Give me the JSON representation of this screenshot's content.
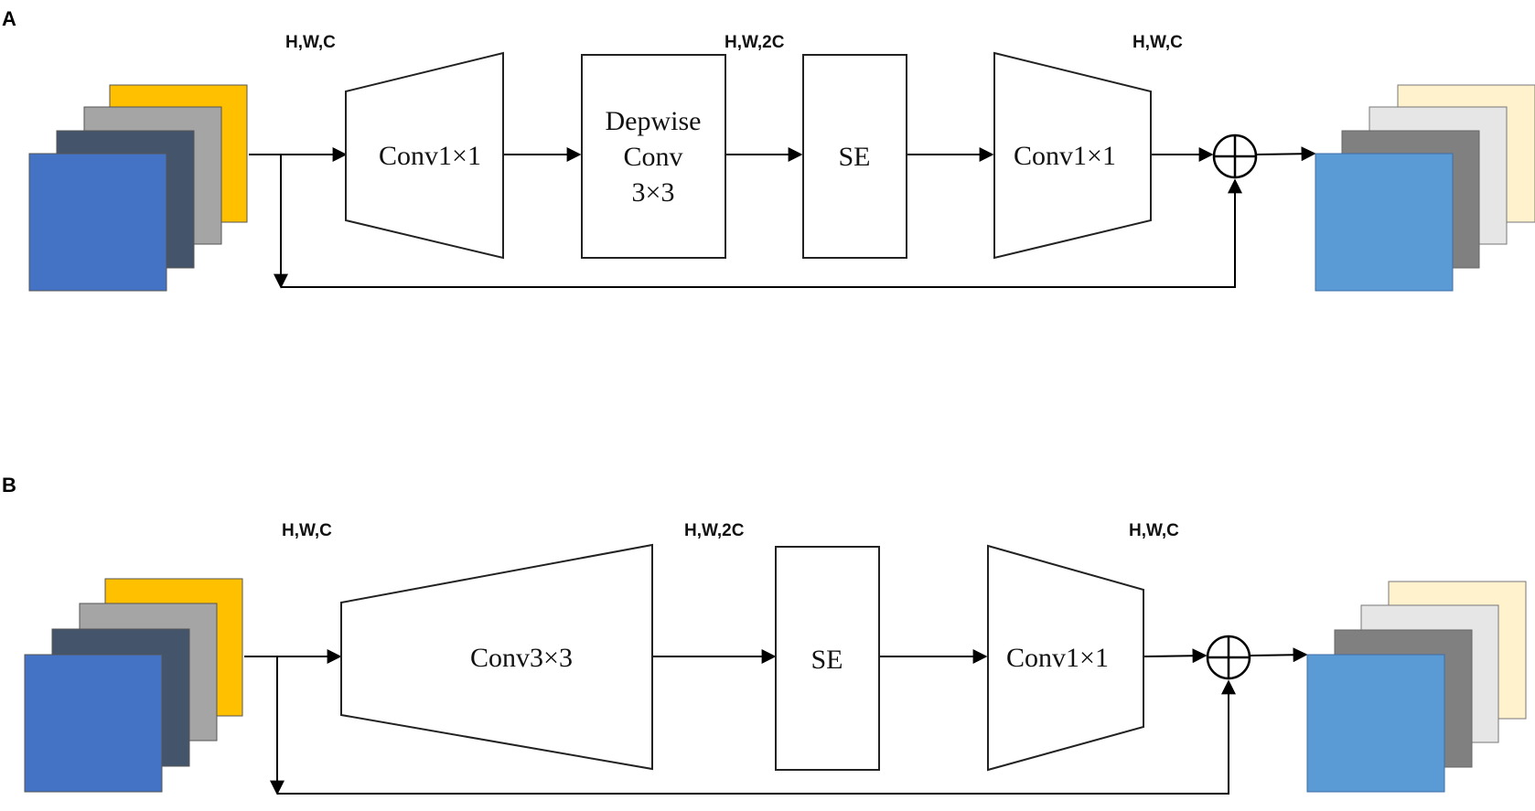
{
  "panels": [
    {
      "label": "A",
      "dims": [
        "H,W,C",
        "H,W,2C",
        "H,W,C"
      ],
      "blocks": [
        {
          "lines": [
            "Conv1×1"
          ]
        },
        {
          "lines": [
            "Depwise",
            "Conv",
            "3×3"
          ]
        },
        {
          "lines": [
            "SE"
          ]
        },
        {
          "lines": [
            "Conv1×1"
          ]
        }
      ]
    },
    {
      "label": "B",
      "dims": [
        "H,W,C",
        "H,W,2C",
        "H,W,C"
      ],
      "blocks": [
        {
          "lines": [
            "Conv3×3"
          ]
        },
        {
          "lines": [
            "SE"
          ]
        },
        {
          "lines": [
            "Conv1×1"
          ]
        }
      ]
    }
  ],
  "colors": {
    "input_stack": [
      "#ffc000",
      "#a5a5a5",
      "#44546a",
      "#4472c4"
    ],
    "output_stack": [
      "#fff2cc",
      "#e7e6e6",
      "#808080",
      "#5b9bd5"
    ]
  },
  "icons": {
    "add": "plus-circle-icon"
  }
}
